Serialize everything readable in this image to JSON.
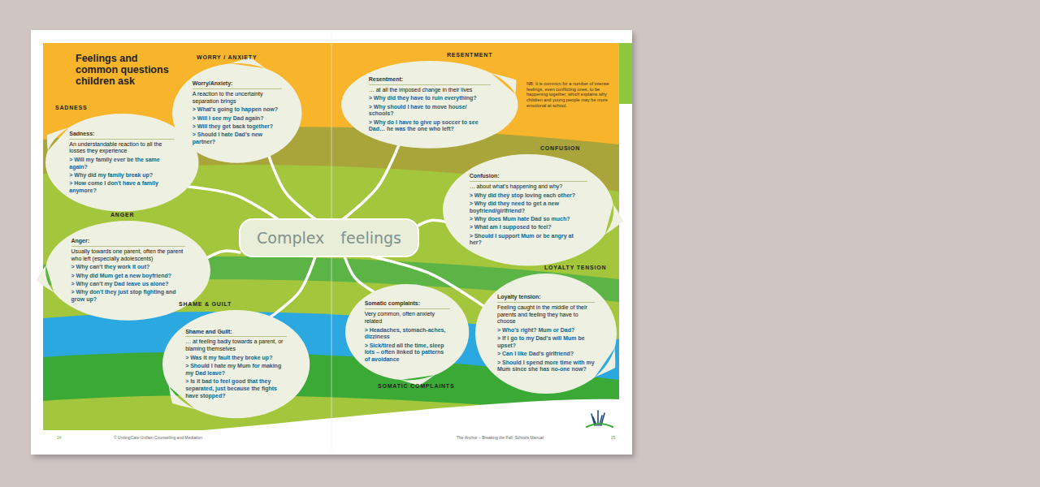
{
  "diagram": {
    "title": "Feelings and common questions children ask",
    "nodes": [
      {
        "text": [
          "Complex feelings"
        ]
      },
      {
        "text": [
          "SADNESS",
          "Sadness:",
          "An understandable reaction to all the losses they experience",
          "> Will my family ever be the same again?",
          "> Why did my family break up?",
          "> How come I don't have a family anymore?"
        ]
      },
      {
        "text": [
          "WORRY / ANXIETY",
          "Worry/Anxiety:",
          "A reaction to the uncertainty separation brings",
          "> What's going to happen now?",
          "> Will I see my Dad again?",
          "> Will they get back together?",
          "> Should I hate Dad's new partner?"
        ]
      },
      {
        "text": [
          "RESENTMENT",
          "Resentment:",
          "… at all the imposed change in their lives",
          "> Why did they have to ruin everything?",
          "> Why should I have to move house/ schools?",
          "> Why do I have to give up soccer to see Dad… he was the one who left?"
        ]
      },
      {
        "text": [
          "CONFUSION",
          "Confusion:",
          "… about what's happening and why?",
          "> Why did they stop loving each other?",
          "> Why did they need to get a new boyfriend/girlfriend?",
          "> Why does Mum hate Dad so much?",
          "> What am I supposed to feel?",
          "> Should I support Mum or be angry at her?"
        ]
      },
      {
        "text": [
          "ANGER",
          "Anger:",
          "Usually towards one parent, often the parent who left (especially adolescents)",
          "> Why can't they work it out?",
          "> Why did Mum get a new boyfriend?",
          "> Why can't my Dad leave us alone?",
          "> Why don't they just stop fighting and grow up?"
        ]
      },
      {
        "text": [
          "SHAME & GUILT",
          "Shame and Guilt:",
          "… at feeling badly towards a parent, or blaming themselves",
          "> Was it my fault they broke up?",
          "> Should I hate my Mum for making my Dad leave?",
          "> Is it bad to feel good that they separated, just because the fights have stopped?"
        ]
      },
      {
        "text": [
          "Somatic complaints:",
          "Very common, often anxiety related",
          "> Headaches, stomach-aches, dizziness",
          "> Sick/tired all the time, sleep lots – often linked to patterns of avoidance",
          "SOMATIC COMPLAINTS"
        ]
      },
      {
        "text": [
          "LOYALTY TENSION",
          "Loyalty tension:",
          "Feeling caught in the middle of their parents and feeling they have to choose",
          "> Who's right? Mum or Dad?",
          "> If I go to my Dad's will Mum be upset?",
          "> Can I like Dad's girlfriend?",
          "> Should I spend more time with my Mum since she has no-one now?"
        ]
      }
    ],
    "edges": [
      {
        "from": 0,
        "to": 1,
        "arrow": "none"
      },
      {
        "from": 0,
        "to": 2,
        "arrow": "none"
      },
      {
        "from": 0,
        "to": 3,
        "arrow": "none"
      },
      {
        "from": 0,
        "to": 4,
        "arrow": "none"
      },
      {
        "from": 0,
        "to": 5,
        "arrow": "none"
      },
      {
        "from": 0,
        "to": 6,
        "arrow": "none"
      },
      {
        "from": 0,
        "to": 7,
        "arrow": "none"
      },
      {
        "from": 0,
        "to": 8,
        "arrow": "none"
      }
    ],
    "labels": [
      "NB: It is common for a number of intense feelings, even conflicting ones, to be happening together, which explains why children and young people may be more emotional at school.",
      "24",
      "© UnitingCare Unifam Counselling and Mediation",
      "The Anchor – Breaking the Fall: Schools Manual",
      "25"
    ]
  }
}
